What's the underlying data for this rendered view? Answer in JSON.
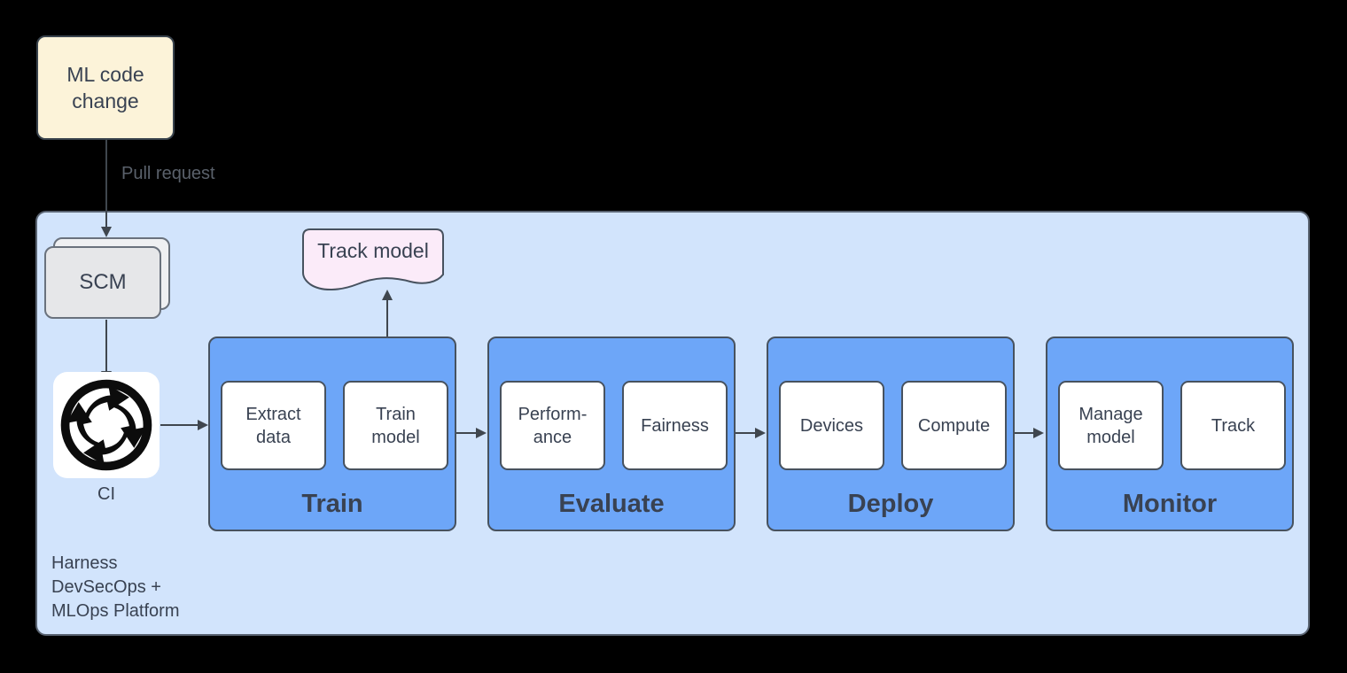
{
  "colors": {
    "canvas_bg": "#000000",
    "platform_fill": "#D2E4FC",
    "platform_border": "#5A6472",
    "stage_fill": "#6DA6F8",
    "stage_border": "#47525F",
    "subbox_fill": "#FFFFFF",
    "subbox_border": "#47525F",
    "ml_box_fill": "#FCF3D9",
    "ml_box_border": "#39434D",
    "scm_front_fill": "#E6E7E9",
    "scm_back_fill": "#EFF0F2",
    "scm_border": "#6A727D",
    "doc_fill": "#FBEBF9",
    "doc_border": "#47525F",
    "arrow": "#3F464E",
    "text_dark": "#394252",
    "text_gray": "#5A616B",
    "icon_black": "#0C0C0C",
    "ci_tile_fill": "#FFFFFF"
  },
  "nodes": {
    "ml_code_change": {
      "label": "ML code\nchange"
    },
    "pull_request_label": "Pull request",
    "scm": {
      "label": "SCM"
    },
    "ci": {
      "label": "CI",
      "icon": "sync-cycle-icon"
    },
    "track_model": {
      "label": "Track model"
    },
    "platform_label": "Harness\nDevSecOps +\nMLOps Platform"
  },
  "stages": [
    {
      "label": "Train",
      "items": [
        "Extract\ndata",
        "Train\nmodel"
      ]
    },
    {
      "label": "Evaluate",
      "items": [
        "Perform-\nance",
        "Fairness"
      ]
    },
    {
      "label": "Deploy",
      "items": [
        "Devices",
        "Compute"
      ]
    },
    {
      "label": "Monitor",
      "items": [
        "Manage\nmodel",
        "Track"
      ]
    }
  ]
}
